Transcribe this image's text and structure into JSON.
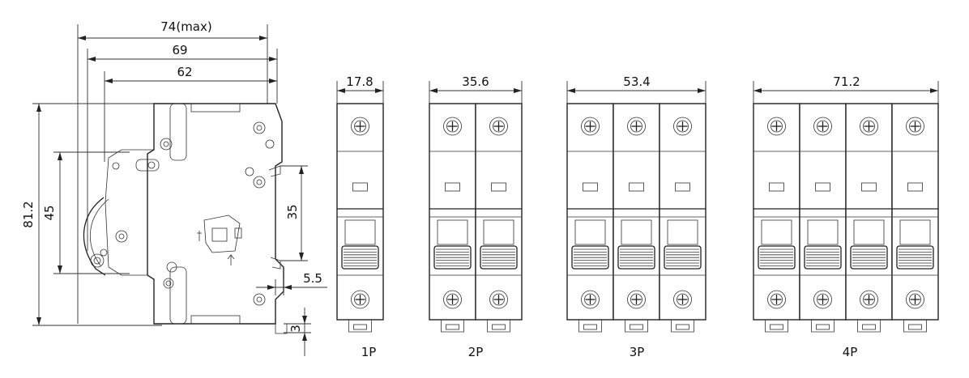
{
  "side_view": {
    "width_max_label": "74(max)",
    "width_mid_label": "69",
    "width_inner_label": "62",
    "height_total_label": "81.2",
    "height_handle_label": "45",
    "rail_height_label": "35",
    "rail_offset_label": "5.5",
    "foot_label": "3"
  },
  "modules": [
    {
      "pole_label": "1P",
      "width_label": "17.8",
      "poles": 1
    },
    {
      "pole_label": "2P",
      "width_label": "35.6",
      "poles": 2
    },
    {
      "pole_label": "3P",
      "width_label": "53.4",
      "poles": 3
    },
    {
      "pole_label": "4P",
      "width_label": "71.2",
      "poles": 4
    }
  ]
}
